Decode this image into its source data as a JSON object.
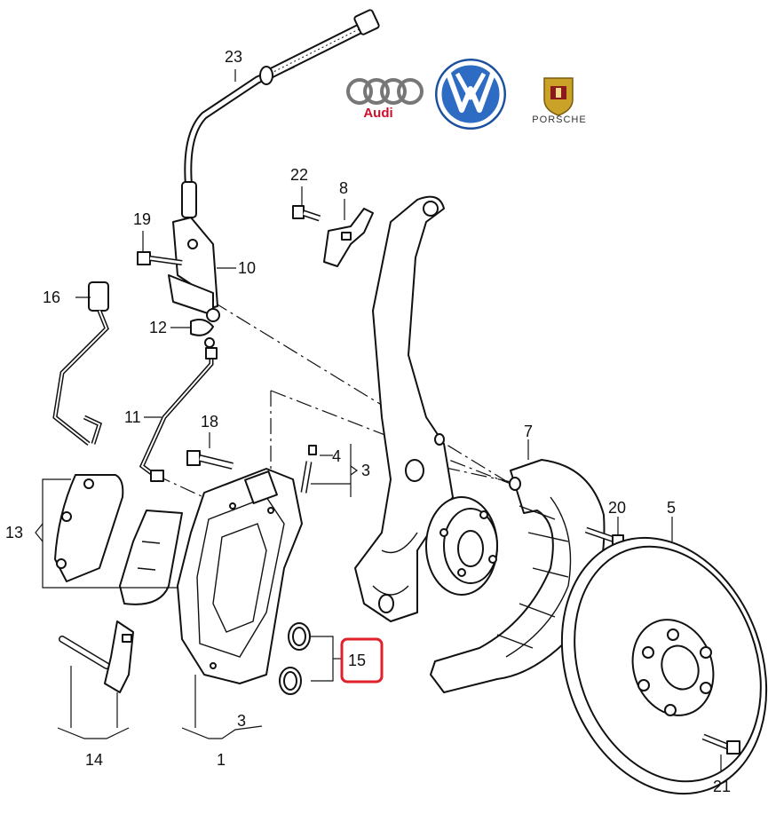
{
  "brands": {
    "audi": "Audi",
    "porsche": "PORSCHE",
    "vw": "VW"
  },
  "callouts": [
    {
      "id": "1",
      "text": "1"
    },
    {
      "id": "3a",
      "text": "3"
    },
    {
      "id": "3b",
      "text": "3"
    },
    {
      "id": "4",
      "text": "4"
    },
    {
      "id": "5",
      "text": "5"
    },
    {
      "id": "7",
      "text": "7"
    },
    {
      "id": "8",
      "text": "8"
    },
    {
      "id": "10",
      "text": "10"
    },
    {
      "id": "11",
      "text": "11"
    },
    {
      "id": "12",
      "text": "12"
    },
    {
      "id": "13",
      "text": "13"
    },
    {
      "id": "14",
      "text": "14"
    },
    {
      "id": "15",
      "text": "15"
    },
    {
      "id": "16",
      "text": "16"
    },
    {
      "id": "18",
      "text": "18"
    },
    {
      "id": "19",
      "text": "19"
    },
    {
      "id": "20",
      "text": "20"
    },
    {
      "id": "21",
      "text": "21"
    },
    {
      "id": "22",
      "text": "22"
    },
    {
      "id": "23",
      "text": "23"
    }
  ],
  "highlight": {
    "target": "15",
    "color": "#e0202a"
  },
  "colors": {
    "line": "#111111",
    "audi_red": "#c8102e",
    "vw_blue": "#1a4fa0",
    "porsche_gold": "#c9a227"
  }
}
